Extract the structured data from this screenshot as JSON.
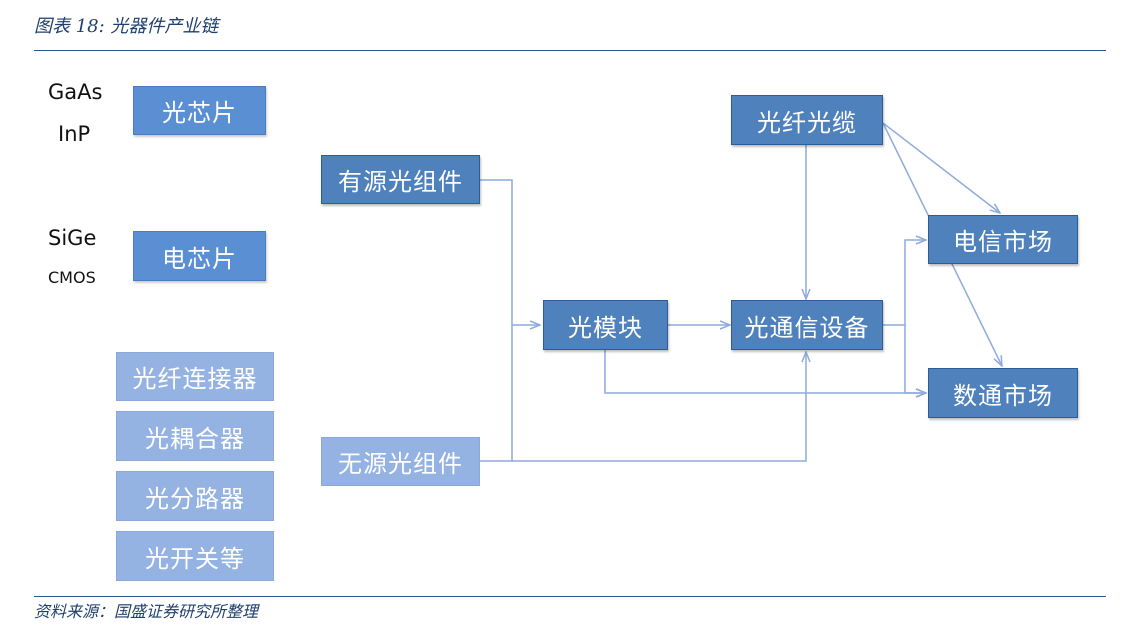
{
  "title": "图表 18:  光器件产业链",
  "source": "资料来源：国盛证券研究所整理",
  "materials": {
    "gaas": "GaAs",
    "inp": "InP",
    "sige": "SiGe",
    "cmos": "CMOS"
  },
  "nodes": {
    "optical_chip": "光芯片",
    "electrical_chip": "电芯片",
    "fiber_connector": "光纤连接器",
    "optical_coupler": "光耦合器",
    "optical_splitter": "光分路器",
    "optical_switch": "光开关等",
    "active_component": "有源光组件",
    "passive_component": "无源光组件",
    "optical_module": "光模块",
    "fiber_cable": "光纤光缆",
    "comm_equipment": "光通信设备",
    "telecom_market": "电信市场",
    "datacom_market": "数通市场"
  },
  "colors": {
    "title": "#1f3f6e",
    "rule": "#2f5496",
    "box_dark": "#4f81bd",
    "box_mid": "#5a8fd4",
    "box_light": "#95b3e2",
    "connector": "#8faadc"
  }
}
